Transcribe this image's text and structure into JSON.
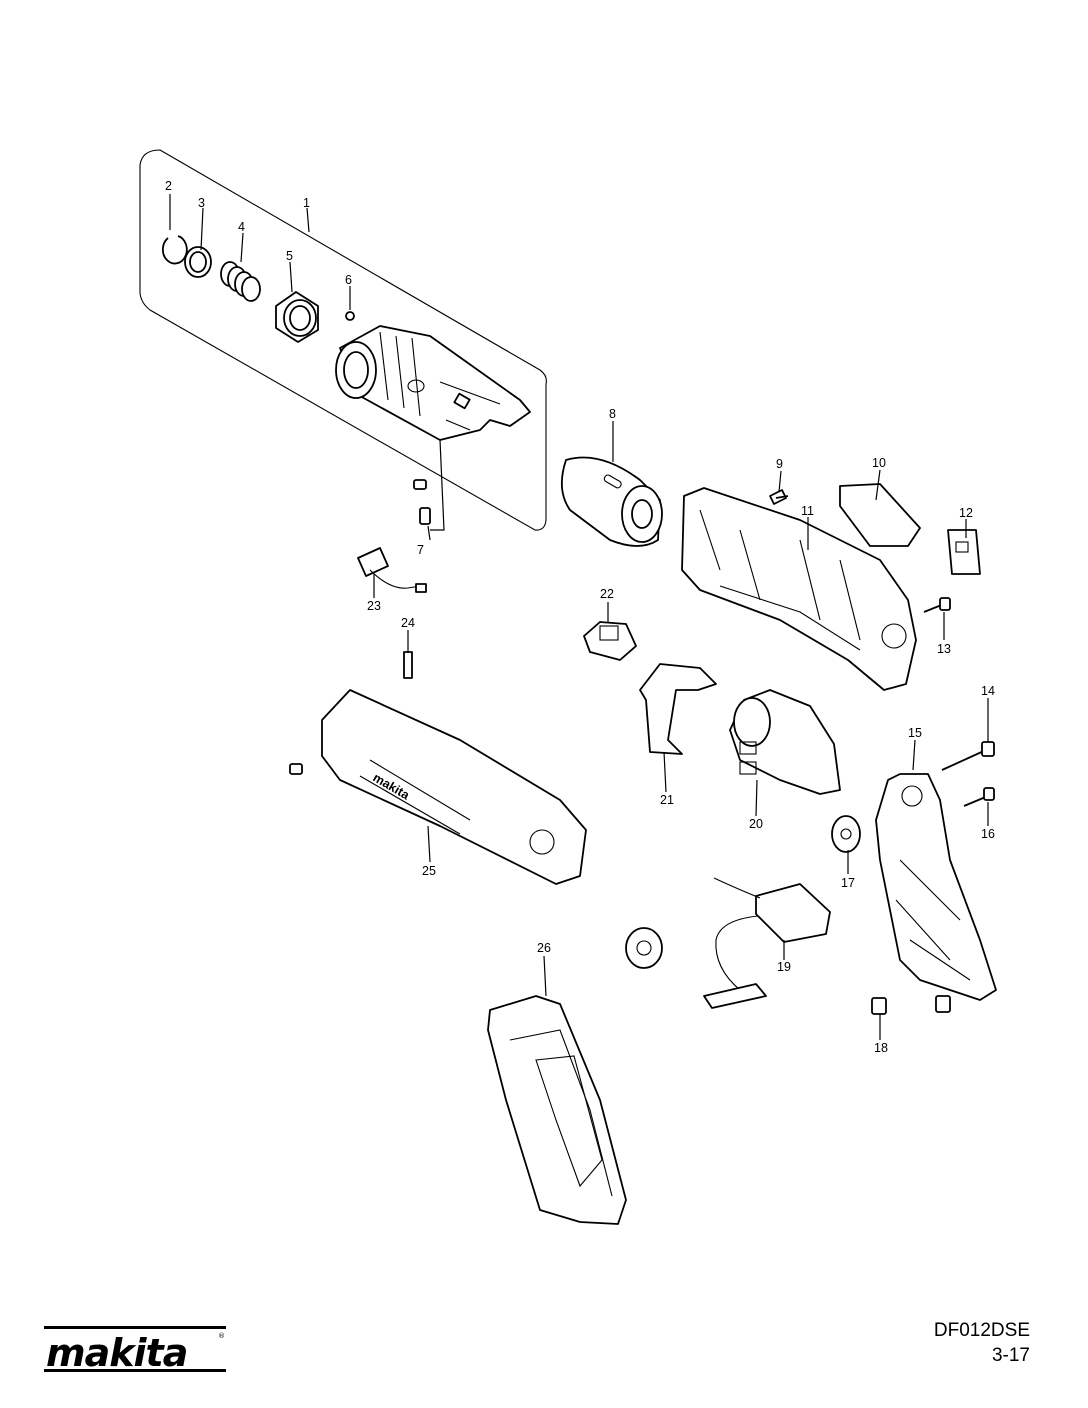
{
  "brand": {
    "name": "makita"
  },
  "model": "DF012DSE",
  "page": "3-17",
  "callouts": [
    "1",
    "2",
    "3",
    "4",
    "5",
    "6",
    "7",
    "8",
    "9",
    "10",
    "11",
    "12",
    "13",
    "14",
    "15",
    "16",
    "17",
    "18",
    "19",
    "20",
    "21",
    "22",
    "23",
    "24",
    "25",
    "26"
  ]
}
